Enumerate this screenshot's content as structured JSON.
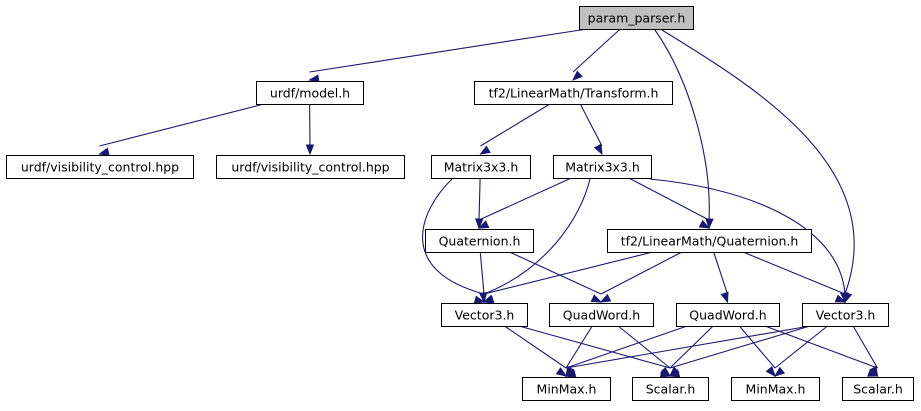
{
  "diagram": {
    "type": "include-dependency-graph",
    "colors": {
      "edge": "#191970",
      "root_fill": "#bfbfbf",
      "node_fill": "#ffffff",
      "node_border": "#000000"
    },
    "nodes": [
      {
        "id": "param_parser",
        "label": "param_parser.h",
        "root": true
      },
      {
        "id": "urdf_model",
        "label": "urdf/model.h"
      },
      {
        "id": "tf2_transform",
        "label": "tf2/LinearMath/Transform.h"
      },
      {
        "id": "urdf_vis_a",
        "label": "urdf/visibility_control.hpp"
      },
      {
        "id": "urdf_vis_b",
        "label": "urdf/visibility_control.hpp"
      },
      {
        "id": "matrix_a",
        "label": "Matrix3x3.h"
      },
      {
        "id": "matrix_b",
        "label": "Matrix3x3.h"
      },
      {
        "id": "quaternion_a",
        "label": "Quaternion.h"
      },
      {
        "id": "tf2_quaternion",
        "label": "tf2/LinearMath/Quaternion.h"
      },
      {
        "id": "vector3_a",
        "label": "Vector3.h"
      },
      {
        "id": "quadword_a",
        "label": "QuadWord.h"
      },
      {
        "id": "quadword_b",
        "label": "QuadWord.h"
      },
      {
        "id": "vector3_b",
        "label": "Vector3.h"
      },
      {
        "id": "minmax_a",
        "label": "MinMax.h"
      },
      {
        "id": "scalar_a",
        "label": "Scalar.h"
      },
      {
        "id": "minmax_b",
        "label": "MinMax.h"
      },
      {
        "id": "scalar_b",
        "label": "Scalar.h"
      }
    ],
    "edges": [
      {
        "from": "param_parser",
        "to": "urdf_model"
      },
      {
        "from": "param_parser",
        "to": "tf2_transform"
      },
      {
        "from": "param_parser",
        "to": "tf2_quaternion"
      },
      {
        "from": "param_parser",
        "to": "vector3_b"
      },
      {
        "from": "urdf_model",
        "to": "urdf_vis_a"
      },
      {
        "from": "urdf_model",
        "to": "urdf_vis_b"
      },
      {
        "from": "tf2_transform",
        "to": "matrix_a"
      },
      {
        "from": "tf2_transform",
        "to": "matrix_b"
      },
      {
        "from": "matrix_a",
        "to": "quaternion_a"
      },
      {
        "from": "matrix_a",
        "to": "vector3_a"
      },
      {
        "from": "matrix_b",
        "to": "quaternion_a"
      },
      {
        "from": "matrix_b",
        "to": "vector3_a"
      },
      {
        "from": "matrix_b",
        "to": "tf2_quaternion"
      },
      {
        "from": "matrix_b",
        "to": "vector3_b"
      },
      {
        "from": "quaternion_a",
        "to": "vector3_a"
      },
      {
        "from": "quaternion_a",
        "to": "quadword_a"
      },
      {
        "from": "tf2_quaternion",
        "to": "vector3_a"
      },
      {
        "from": "tf2_quaternion",
        "to": "quadword_a"
      },
      {
        "from": "tf2_quaternion",
        "to": "quadword_b"
      },
      {
        "from": "tf2_quaternion",
        "to": "vector3_b"
      },
      {
        "from": "vector3_a",
        "to": "minmax_a"
      },
      {
        "from": "vector3_a",
        "to": "scalar_a"
      },
      {
        "from": "quadword_a",
        "to": "minmax_a"
      },
      {
        "from": "quadword_a",
        "to": "scalar_a"
      },
      {
        "from": "quadword_b",
        "to": "minmax_a"
      },
      {
        "from": "quadword_b",
        "to": "scalar_a"
      },
      {
        "from": "quadword_b",
        "to": "minmax_b"
      },
      {
        "from": "quadword_b",
        "to": "scalar_b"
      },
      {
        "from": "vector3_b",
        "to": "minmax_a"
      },
      {
        "from": "vector3_b",
        "to": "scalar_a"
      },
      {
        "from": "vector3_b",
        "to": "minmax_b"
      },
      {
        "from": "vector3_b",
        "to": "scalar_b"
      }
    ]
  }
}
